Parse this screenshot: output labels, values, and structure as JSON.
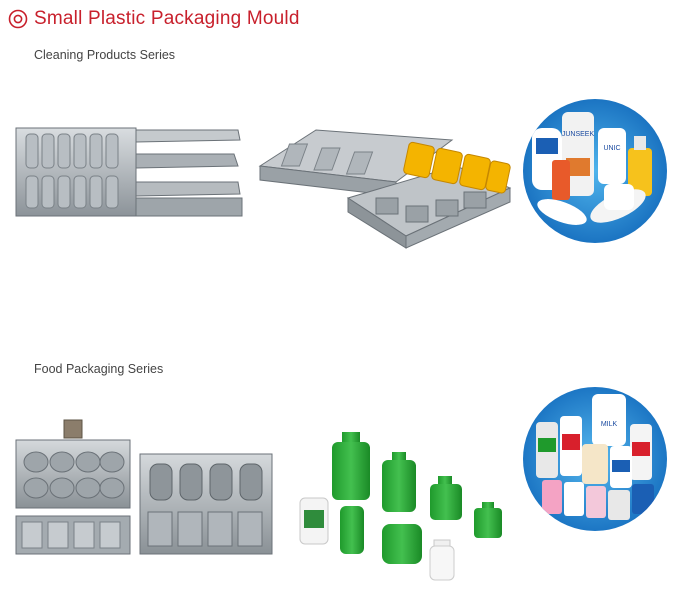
{
  "page": {
    "title": "Small Plastic Packaging Mould",
    "title_icon": "target-icon",
    "accent_color": "#c8202c"
  },
  "sections": [
    {
      "label": "Cleaning Products Series",
      "images": [
        "cleaning-mould-open-photo",
        "cleaning-mould-bottles-photo",
        "cleaning-products-circle-photo"
      ]
    },
    {
      "label": "Food Packaging Series",
      "images": [
        "food-mould-photo",
        "green-containers-photo",
        "food-products-circle-photo"
      ]
    }
  ],
  "product_labels": {
    "brand_1": "JUNSEEK",
    "brand_2": "UNIC",
    "milk": "MILK"
  }
}
